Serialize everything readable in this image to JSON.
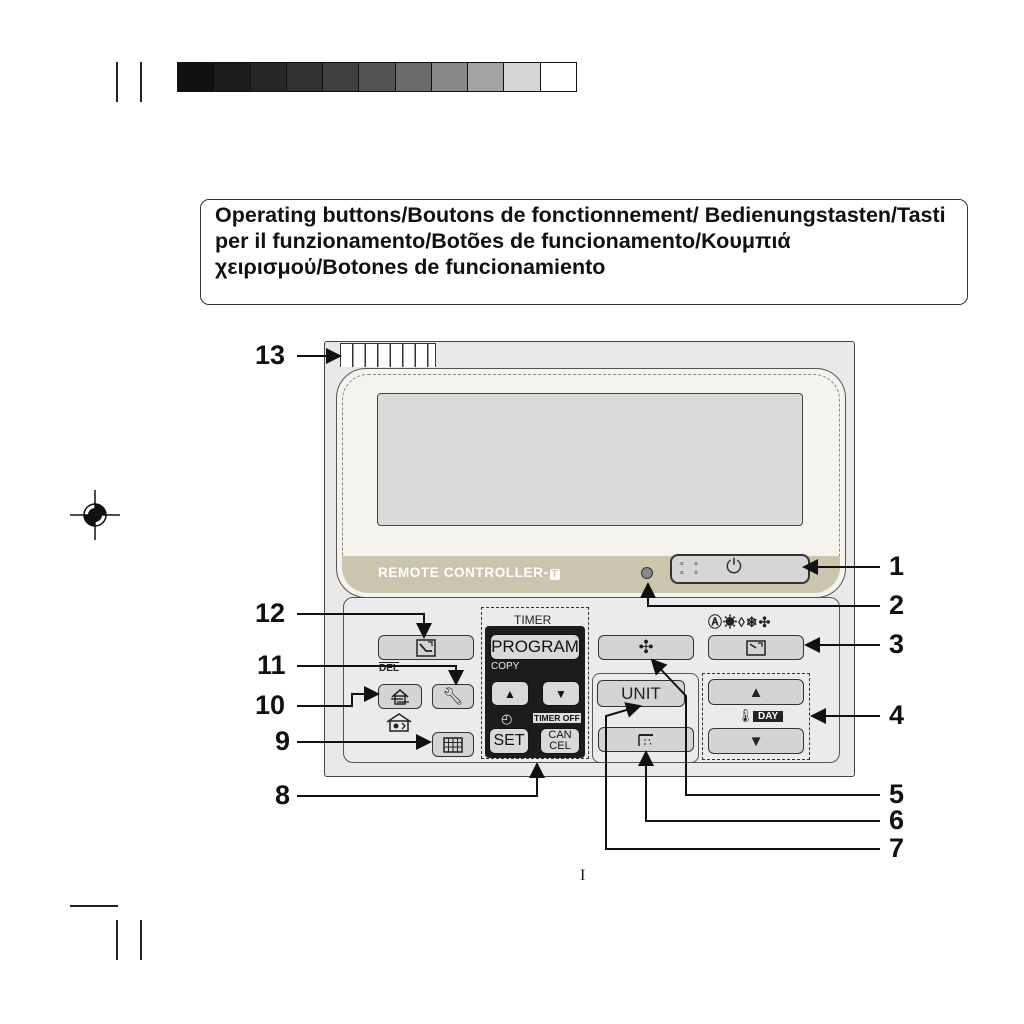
{
  "title": "Operating buttons/Boutons de fonctionnement/ Bedienungstasten/Tasti per il funzionamento/Botões de funcionamento/Κουμπιά χειρισμού/Botones de funcionamiento",
  "scale_colors": [
    "#111111",
    "#1c1c1c",
    "#262626",
    "#313131",
    "#3f3f3f",
    "#545454",
    "#6a6a6a",
    "#878787",
    "#a3a3a3",
    "#d6d6d6",
    "#ffffff"
  ],
  "controller": {
    "brand": "REMOTE CONTROLLER-",
    "brand_badge": "T",
    "timer_label": "TIMER",
    "program_label": "PROGRAM",
    "copy_label": "COPY",
    "timer_off_label": "TIMER OFF",
    "set_label": "SET",
    "cancel_line1": "CAN",
    "cancel_line2": "CEL",
    "unit_label": "UNIT",
    "del_label": "DEL",
    "day_label": "DAY",
    "mode_icons": "Ⓐ☀◊❄✣"
  },
  "callouts": [
    "1",
    "2",
    "3",
    "4",
    "5",
    "6",
    "7",
    "8",
    "9",
    "10",
    "11",
    "12",
    "13"
  ],
  "footer": "I"
}
